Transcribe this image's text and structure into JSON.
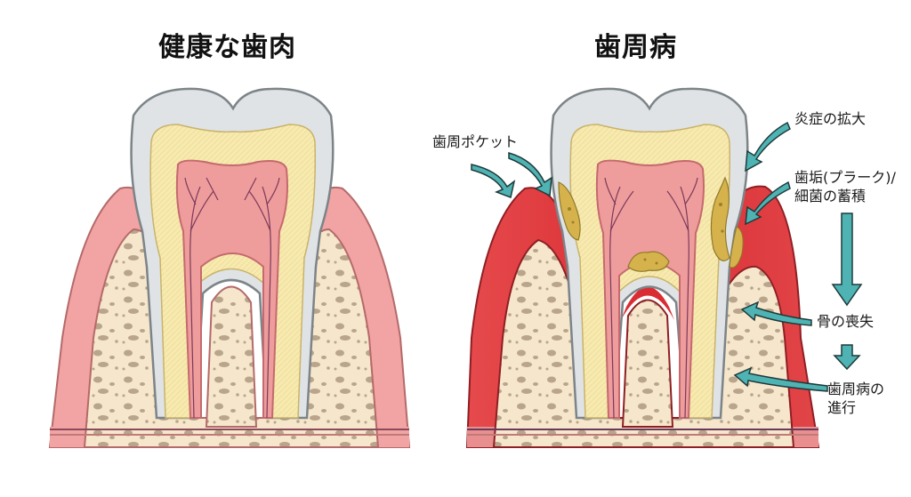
{
  "diagram": {
    "left_panel": {
      "title": "健康な歯肉"
    },
    "right_panel": {
      "title": "歯周病",
      "annotations": [
        {
          "id": "periodontal-pocket",
          "text": "歯周ポケット"
        },
        {
          "id": "inflammation-spread",
          "text": "炎症の拡大"
        },
        {
          "id": "plaque-line1",
          "text": "歯垢(プラーク)/"
        },
        {
          "id": "plaque-line2",
          "text": "細菌の蓄積"
        },
        {
          "id": "bone-loss",
          "text": "骨の喪失"
        },
        {
          "id": "progression-line1",
          "text": "歯周病の"
        },
        {
          "id": "progression-line2",
          "text": "進行"
        }
      ]
    },
    "colors": {
      "enamel": "#dfe3e6",
      "enamel_outline": "#7d8488",
      "dentin": "#f7eab0",
      "pulp": "#ef9c9c",
      "pulp_dark": "#e07f82",
      "gum_healthy": "#f2a3a3",
      "gum_inflamed": "#e0363a",
      "bone": "#f6e6cc",
      "bone_holes": "#b8a58c",
      "plaque": "#d6b24d",
      "arrow": "#4fb3b3",
      "vessel": "#7a3b5a"
    }
  }
}
